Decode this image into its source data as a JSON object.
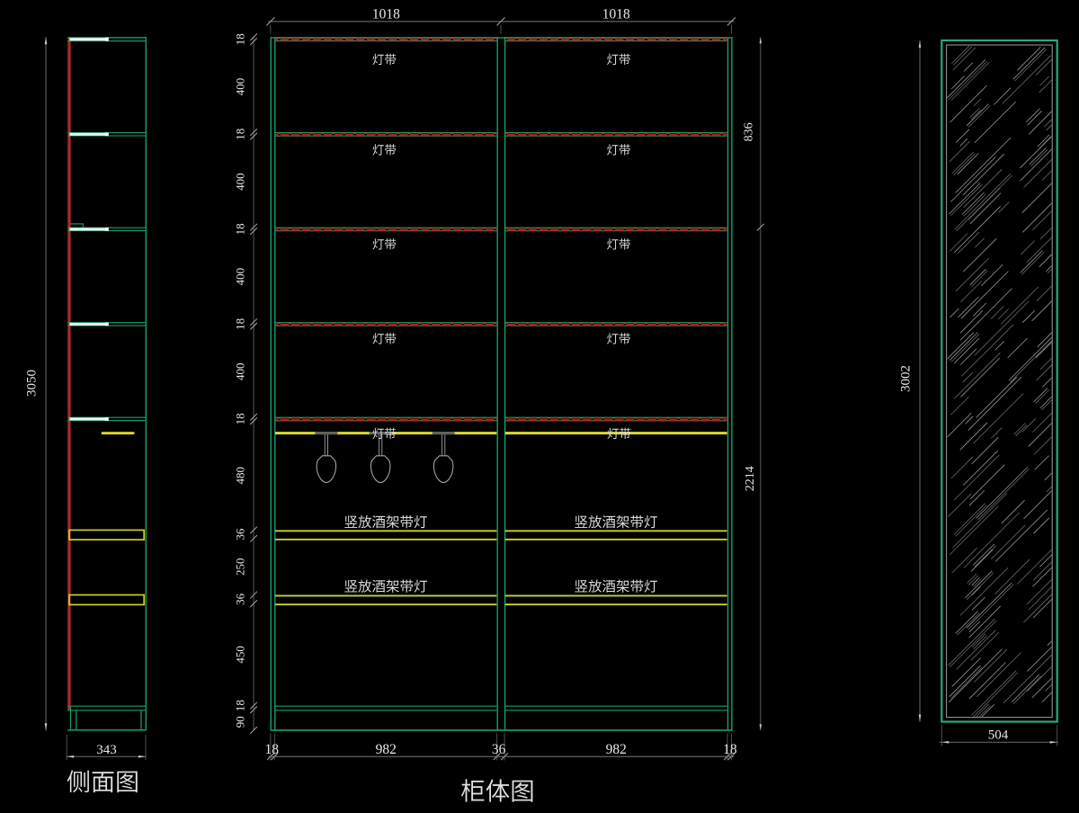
{
  "app": {
    "type": "cad-drawing",
    "background": "#000000"
  },
  "side_view": {
    "title": "侧面图",
    "height_dim": "3050",
    "depth_dim": "343"
  },
  "cabinet_view": {
    "title": "柜体图",
    "top_dims": [
      "1018",
      "1018"
    ],
    "left_dims": [
      "18",
      "400",
      "18",
      "400",
      "18",
      "400",
      "18",
      "400",
      "18",
      "480",
      "36",
      "250",
      "36",
      "450",
      "18",
      "90"
    ],
    "right_dims": [
      "836",
      "2214"
    ],
    "bottom_dims": [
      "18",
      "982",
      "36",
      "982",
      "18"
    ],
    "labels": {
      "light_strip": "灯带",
      "wine_rack": "竖放酒架带灯"
    }
  },
  "panel_view": {
    "height_dim": "3002",
    "width_dim": "504"
  },
  "colors": {
    "line_green": "#17a069",
    "line_red": "#a32424",
    "hatch_red": "#c41414",
    "line_yellow": "#d8d832",
    "dim_gray": "#6b6b6b",
    "text_white": "#e8e8e8",
    "hatch_gray": "#7d7d7d"
  }
}
